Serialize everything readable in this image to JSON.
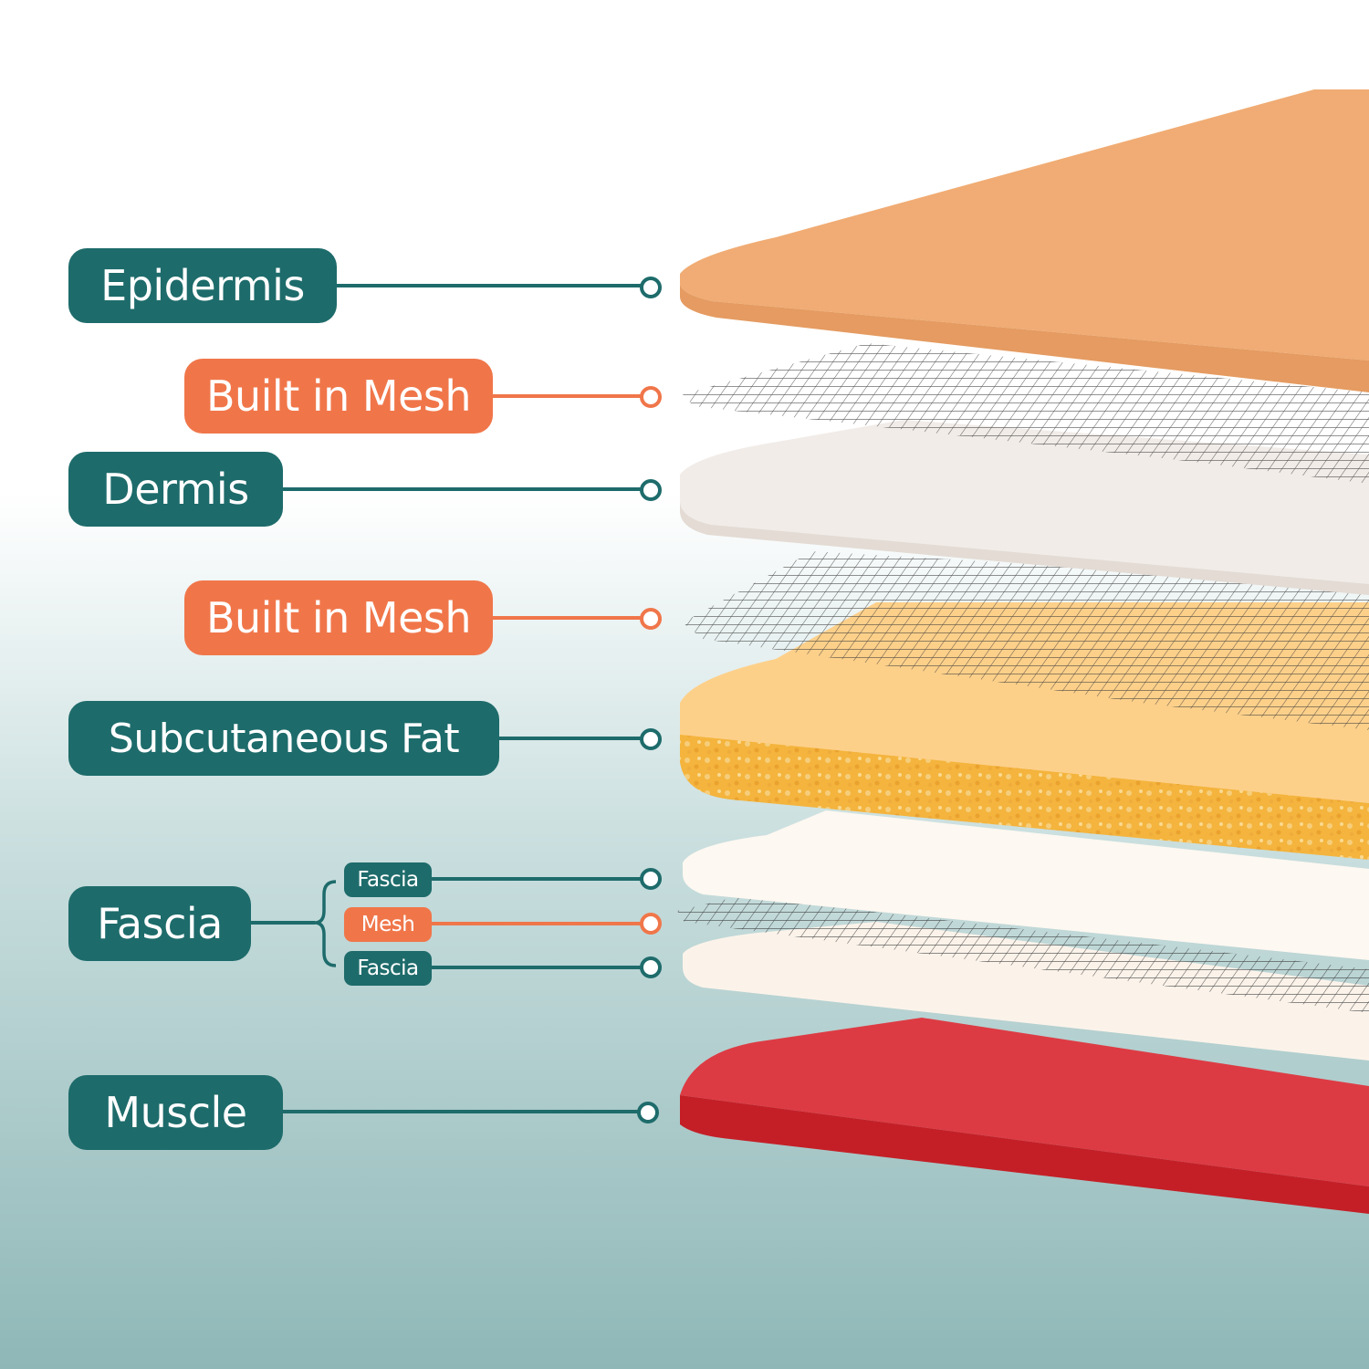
{
  "colors": {
    "label_teal": "#1e6b6b",
    "label_orange": "#f0764a",
    "bg_top": "#ffffff",
    "bg_bottom": "#8fb7b7",
    "epidermis": "#efab73",
    "dermis": "#f0ebe7",
    "subcutaneous_fat": "#f8c45a",
    "fascia": "#fcf6ee",
    "muscle": "#d9333c",
    "mesh": "#3a3a3a"
  },
  "labels": {
    "epidermis": "Epidermis",
    "mesh_1": "Built in Mesh",
    "dermis": "Dermis",
    "mesh_2": "Built in Mesh",
    "subcutaneous_fat": "Subcutaneous Fat",
    "fascia_group": "Fascia",
    "fascia_top": "Fascia",
    "fascia_mesh": "Mesh",
    "fascia_bottom": "Fascia",
    "muscle": "Muscle"
  }
}
